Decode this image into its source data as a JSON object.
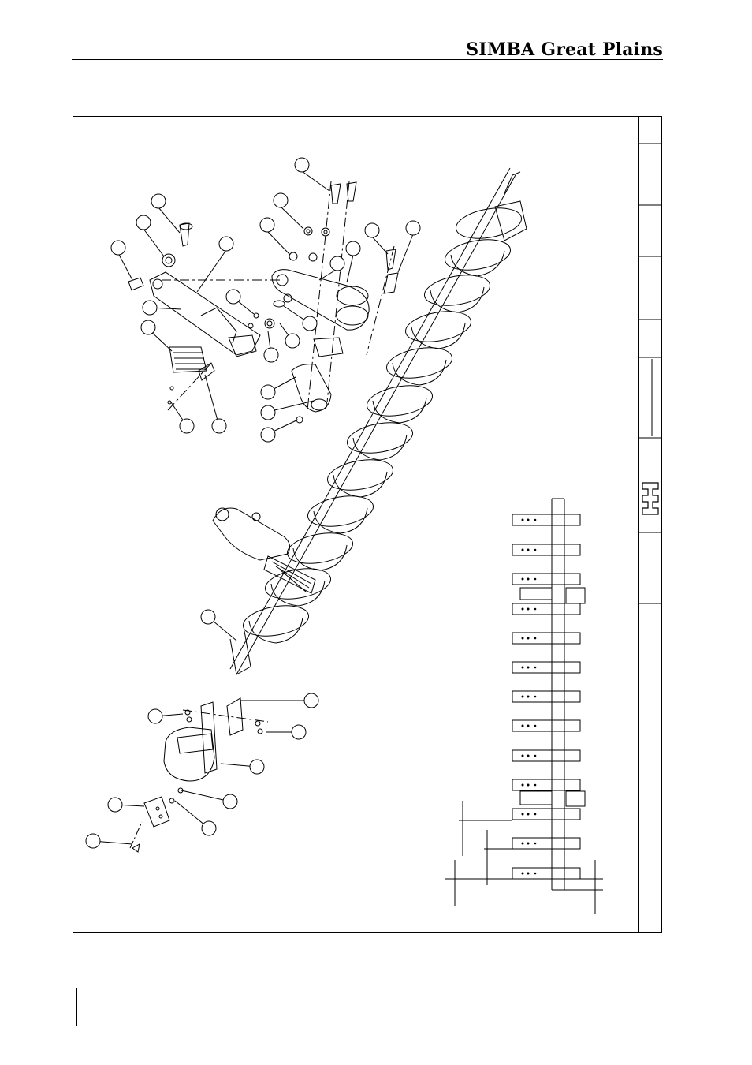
{
  "header": {
    "brand": "SIMBA Great Plains"
  },
  "drawing": {
    "callout_count": 35,
    "disc_count": 13,
    "gang_row_count": 13
  },
  "titleblock": {
    "emblem_icon": "simba-logo-icon"
  }
}
